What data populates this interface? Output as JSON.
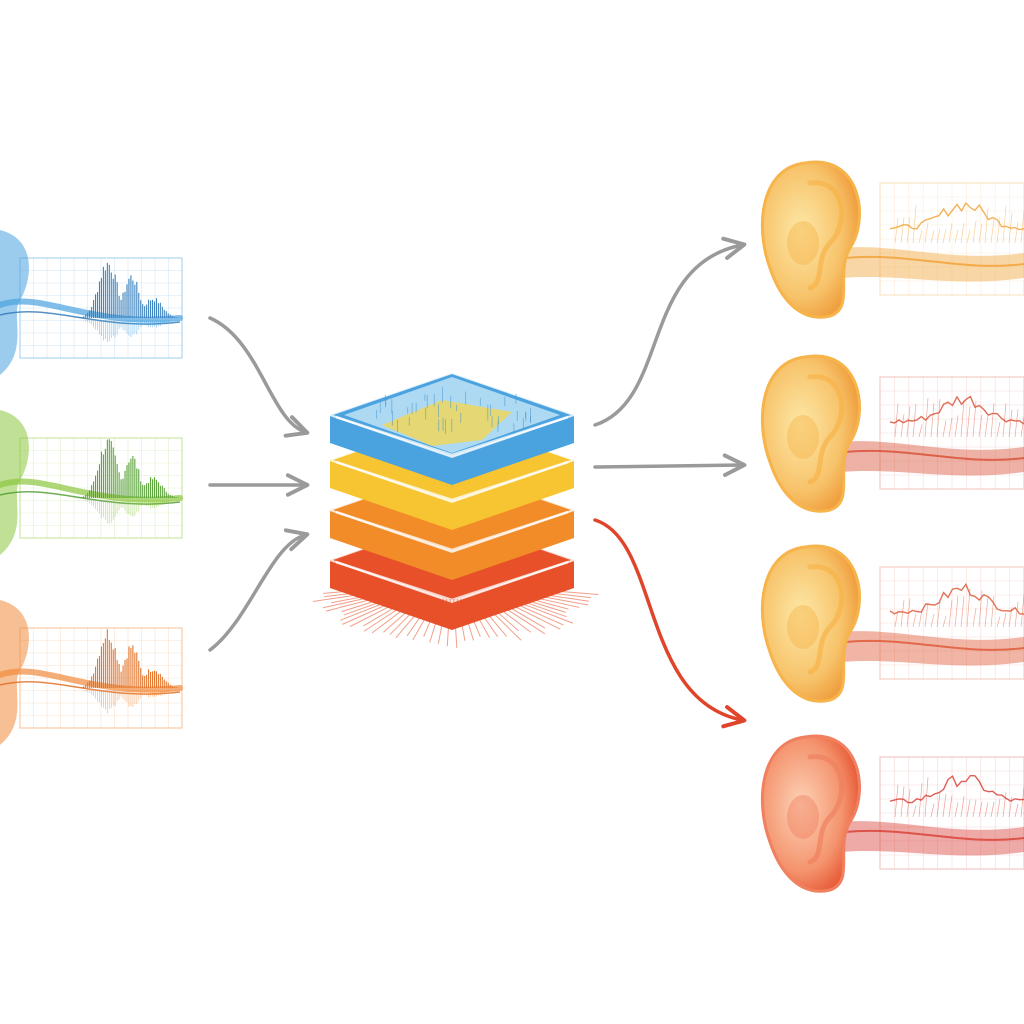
{
  "diagram": {
    "inputs": [
      {
        "id": "input-blue",
        "color": "#4aa3df",
        "accent": "#2b77b8"
      },
      {
        "id": "input-green",
        "color": "#8cc63f",
        "accent": "#4c9a2a"
      },
      {
        "id": "input-orange",
        "color": "#f08a3c",
        "accent": "#e06a1e"
      }
    ],
    "stack_layers": [
      {
        "id": "layer-top",
        "color": "#4aa3df"
      },
      {
        "id": "layer-2",
        "color": "#f7c531"
      },
      {
        "id": "layer-3",
        "color": "#f28c28"
      },
      {
        "id": "layer-bottom",
        "color": "#e8502a"
      }
    ],
    "outputs": [
      {
        "id": "ear-1",
        "color": "#f6b44a",
        "wave": "#f2a33a"
      },
      {
        "id": "ear-2",
        "color": "#f6b44a",
        "wave": "#d9533a"
      },
      {
        "id": "ear-3",
        "color": "#f6b44a",
        "wave": "#e05a3a"
      },
      {
        "id": "ear-4",
        "color": "#f08060",
        "wave": "#d9433a"
      }
    ],
    "arrow_color": "#9a9a9a",
    "highlight_arrow_color": "#e0452b"
  }
}
